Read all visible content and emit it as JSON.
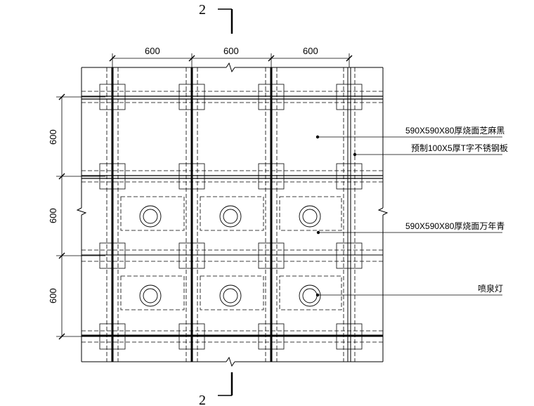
{
  "dimensions": {
    "top": [
      "600",
      "600",
      "600"
    ],
    "left": [
      "600",
      "600",
      "600"
    ]
  },
  "section_mark": {
    "top": "2",
    "bottom": "2"
  },
  "annotations": [
    {
      "text": "590X590X80厚烧面芝麻黑"
    },
    {
      "text": "预制100X5厚T字不锈钢板"
    },
    {
      "text": "590X590X80厚烧面万年青"
    },
    {
      "text": "喷泉灯"
    }
  ],
  "colors": {
    "line": "#000000",
    "background": "#ffffff"
  }
}
